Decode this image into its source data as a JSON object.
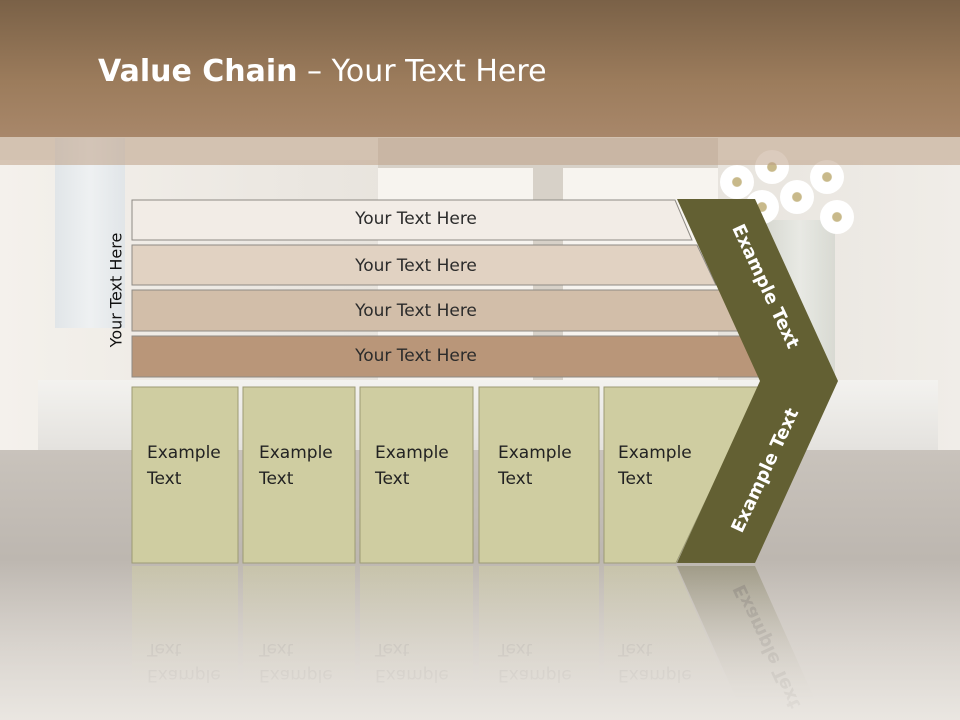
{
  "title": {
    "bold": "Value Chain",
    "rest": " – Your Text Here"
  },
  "side_label": "Your Text Here",
  "bars": [
    {
      "label": "Your Text Here",
      "color": "#f2ece6"
    },
    {
      "label": "Your Text Here",
      "color": "#e1d2c2"
    },
    {
      "label": "Your Text Here",
      "color": "#d2bea9"
    },
    {
      "label": "Your Text Here",
      "color": "#b99679"
    }
  ],
  "columns": [
    {
      "line1": "Example",
      "line2": "Text"
    },
    {
      "line1": "Example",
      "line2": "Text"
    },
    {
      "line1": "Example",
      "line2": "Text"
    },
    {
      "line1": "Example",
      "line2": "Text"
    },
    {
      "line1": "Example",
      "line2": "Text"
    }
  ],
  "chevron": {
    "upper_label": "Example Text",
    "lower_label": "Example Text",
    "color": "#636033"
  },
  "colors": {
    "column_fill": "#cfcda1",
    "column_border": "#9c9a74",
    "header": "#9c7c5c"
  }
}
